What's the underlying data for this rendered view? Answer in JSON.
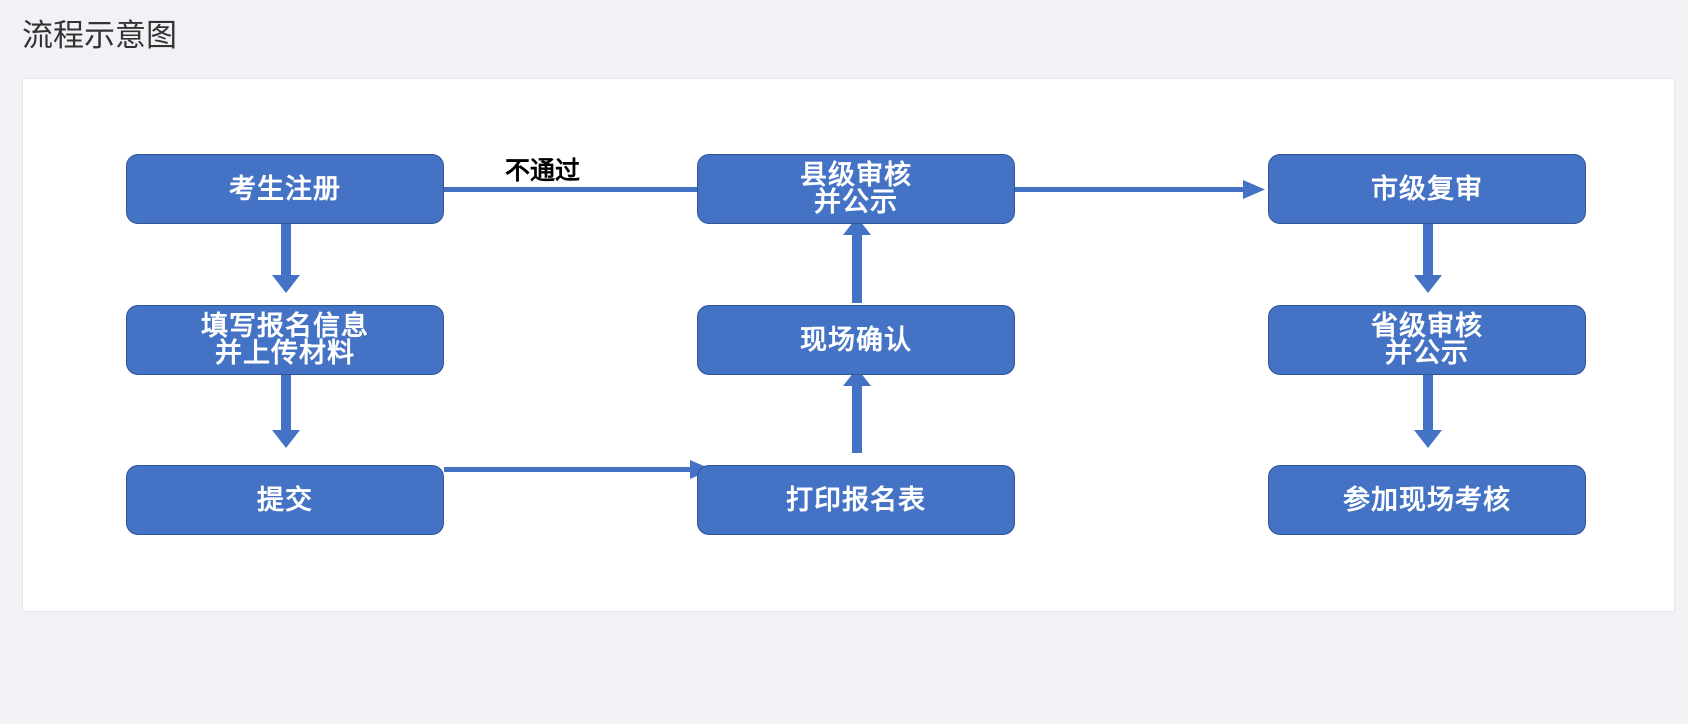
{
  "page": {
    "title": "流程示意图"
  },
  "colors": {
    "node_fill": "#4472c4",
    "node_border": "#2f5597",
    "arrow": "#4472c4",
    "page_background": "#f0f2f5",
    "card_background": "#ffffff"
  },
  "flow": {
    "nodes": {
      "register": "考生注册",
      "fill_info": "填写报名信息\n并上传材料",
      "submit": "提交",
      "print_form": "打印报名表",
      "onsite_confirm": "现场确认",
      "county_review": "县级审核\n并公示",
      "city_review": "市级复审",
      "province_review": "省级审核\n并公示",
      "onsite_exam": "参加现场考核"
    },
    "edges": {
      "reject_label": "不通过"
    }
  }
}
